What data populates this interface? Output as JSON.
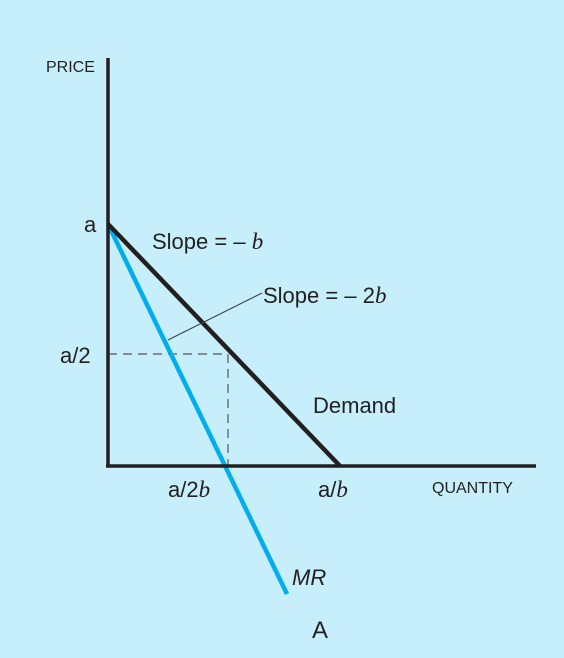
{
  "figure": {
    "background": "#c6eefb",
    "axes": {
      "y_label": "PRICE",
      "x_label": "QUANTITY"
    },
    "ticks": {
      "y_intercept": "a",
      "y_half": "a/2",
      "x_mr_intercept_num": "a/2",
      "x_mr_intercept_var": "b",
      "x_demand_intercept_num": "a/",
      "x_demand_intercept_var": "b"
    },
    "labels": {
      "demand_slope_prefix": "Slope = – ",
      "demand_slope_var": "b",
      "mr_slope_prefix": "Slope = – 2",
      "mr_slope_var": "b",
      "demand": "Demand",
      "mr": "MR",
      "panel": "A"
    },
    "colors": {
      "demand_line": "#231f20",
      "mr_line": "#00aeef",
      "axis": "#231f20",
      "guide": "#555555"
    }
  }
}
